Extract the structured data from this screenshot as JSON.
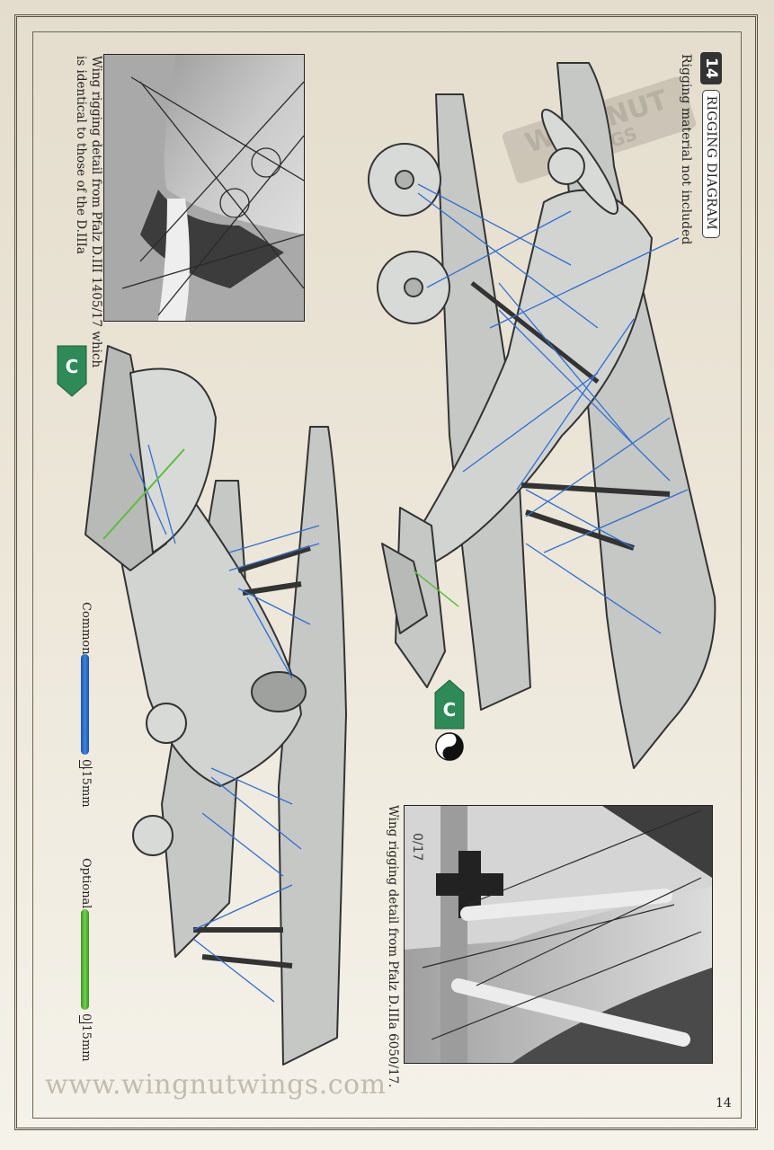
{
  "page": {
    "section_number": "14",
    "section_title": "RIGGING DIAGRAM",
    "subtitle": "Rigging material not included",
    "page_number": "14",
    "website": "www.wingnutwings.com"
  },
  "captions": {
    "top_photo": [
      "Wing rigging detail from Pfalz D.III 1405/17 which",
      "is identical to those of the D.IIIa"
    ],
    "bottom_photo": "Wing rigging detail from Pfalz D.IIIa 6050/17."
  },
  "legend": {
    "common": {
      "label": "Common",
      "size": "0.15mm",
      "color": "#2f6fd0"
    },
    "optional": {
      "label": "Optional",
      "size": "0.15mm",
      "color": "#5bbf3a"
    }
  },
  "callouts": {
    "c_label": "C",
    "c_color": "#2e8a57"
  },
  "logo": {
    "text_line1": "WINGNUT",
    "text_line2": "WINGS"
  }
}
